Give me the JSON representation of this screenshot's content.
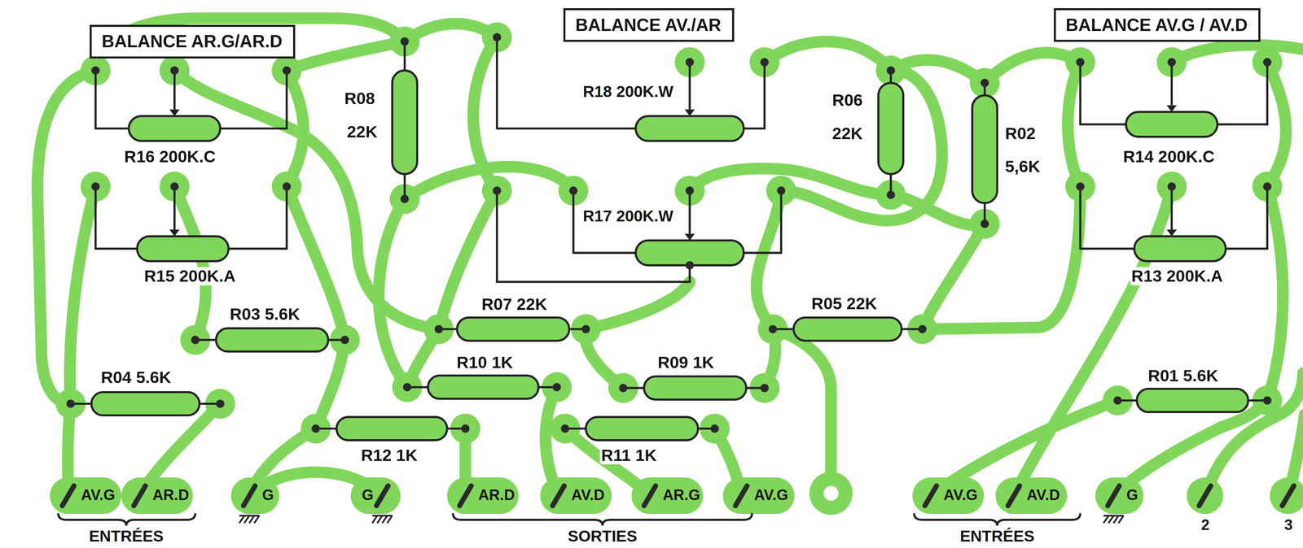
{
  "diagram": {
    "nodes": [
      {
        "text": [
          "BALANCE AR.G/AR.D"
        ]
      },
      {
        "text": [
          "BALANCE AV./AR"
        ]
      },
      {
        "text": [
          "BALANCE AV.G / AV.D"
        ]
      }
    ],
    "labels": [
      "R08",
      "22K",
      "R18 200K.W",
      "R06",
      "22K",
      "R02",
      "5,6K",
      "R16 200K.C",
      "R14 200K.C",
      "R17 200K.W",
      "R15 200K.A",
      "R13 200K.A",
      "R07 22K",
      "R05 22K",
      "R03 5.6K",
      "R10 1K",
      "R09 1K",
      "R04 5.6K",
      "R01 5.6K",
      "R11 1K",
      "R12 1K",
      "AV.G",
      "AR.D",
      "G",
      "G",
      "AR.D",
      "AV.D",
      "AR.G",
      "AV.G",
      "AV.G",
      "AV.D",
      "G",
      "2",
      "3",
      "ENTRÉES",
      "SORTIES",
      "ENTRÉES"
    ]
  }
}
